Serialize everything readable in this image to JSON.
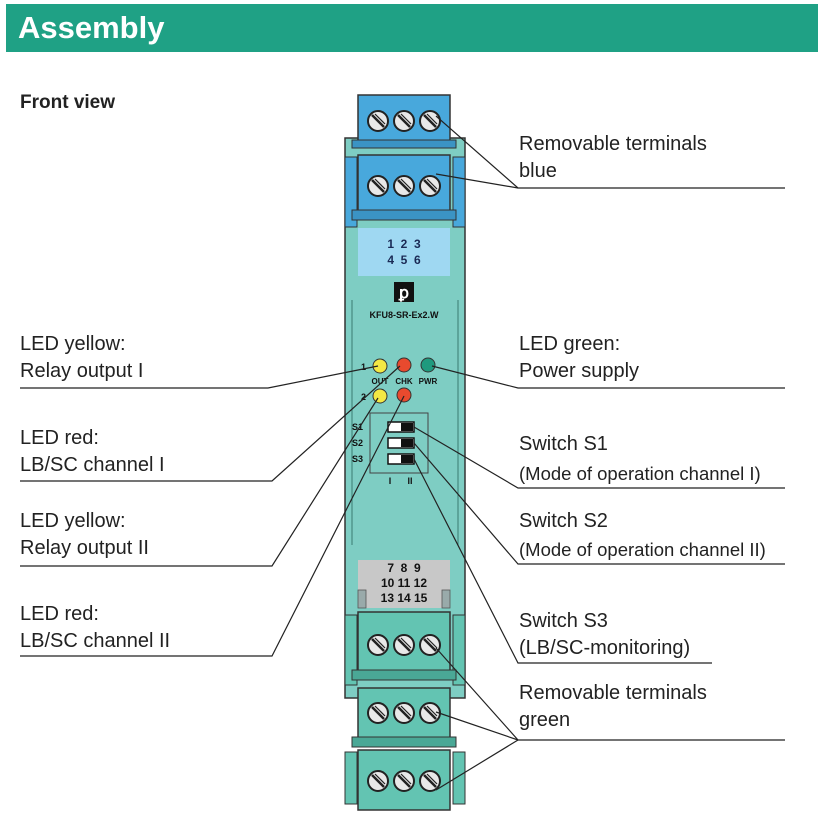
{
  "header": {
    "title": "Assembly",
    "color": "#1fa185"
  },
  "front_view_label": "Front view",
  "device": {
    "model": "KFU8-SR-Ex2.W",
    "logo": "pf-logo",
    "body_color": "#7ecdc3",
    "terminal_blue_color": "#48a8dc",
    "terminal_green_color": "#63c4b2",
    "numbers_top": {
      "row1": "1  2  3",
      "row2": "4  5  6"
    },
    "numbers_bottom": {
      "row1": "7  8  9",
      "row2": "10 11 12",
      "row3": "13 14 15"
    },
    "channel_1": "1",
    "channel_2": "2",
    "led_labels": {
      "out": "OUT",
      "chk": "CHK",
      "pwr": "PWR"
    },
    "switch_labels": [
      "S1",
      "S2",
      "S3"
    ],
    "switch_columns": [
      "I",
      "II"
    ],
    "led_colors": {
      "yellow": "#f3e844",
      "red": "#e84a2e",
      "green": "#1f9a7e"
    }
  },
  "left_labels": {
    "led_yellow_1": {
      "line1": "LED yellow:",
      "line2": "Relay output I"
    },
    "led_red_1": {
      "line1": "LED red:",
      "line2": "LB/SC channel I"
    },
    "led_yellow_2": {
      "line1": "LED yellow:",
      "line2": "Relay output II"
    },
    "led_red_2": {
      "line1": "LED red:",
      "line2": "LB/SC channel II"
    }
  },
  "right_labels": {
    "terminals_blue": {
      "line1": "Removable terminals",
      "line2": "blue"
    },
    "led_green": {
      "line1": "LED green:",
      "line2": "Power supply"
    },
    "switch_s1": {
      "line1": "Switch S1",
      "line2": "(Mode of operation channel I)"
    },
    "switch_s2": {
      "line1": "Switch S2",
      "line2": "(Mode of operation channel II)"
    },
    "switch_s3": {
      "line1": "Switch S3",
      "line2": "(LB/SC-monitoring)"
    },
    "terminals_green": {
      "line1": "Removable terminals",
      "line2": "green"
    }
  }
}
